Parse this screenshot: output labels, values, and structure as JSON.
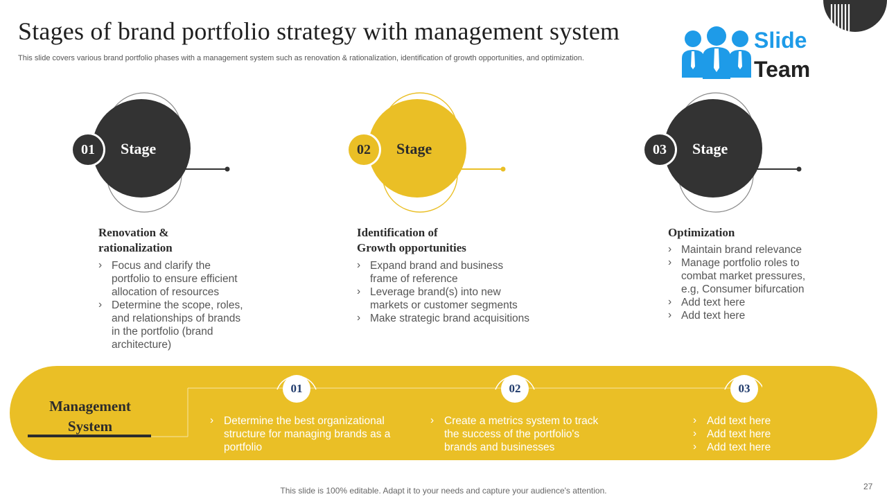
{
  "header": {
    "title": "Stages of brand portfolio strategy with management system",
    "subtitle": "This slide covers various brand portfolio phases with a management system such as renovation & rationalization, identification of growth opportunities, and optimization."
  },
  "logo": {
    "line1": "Slide",
    "line2": "Team",
    "icon": "people-group-icon"
  },
  "colors": {
    "dark": "#333333",
    "accent": "#eabf26",
    "logo_blue": "#1e9be8"
  },
  "stages": [
    {
      "number": "01",
      "label": "Stage",
      "heading_line1": "Renovation &",
      "heading_line2": "rationalization",
      "bullets": [
        "Focus and clarify the portfolio to ensure efficient allocation of resources",
        "Determine the scope, roles, and relationships of brands in the portfolio (brand architecture)"
      ]
    },
    {
      "number": "02",
      "label": "Stage",
      "heading_line1": "Identification of",
      "heading_line2": "Growth opportunities",
      "bullets": [
        "Expand brand and business frame of reference",
        "Leverage brand(s) into new markets or customer segments",
        "Make strategic brand acquisitions"
      ]
    },
    {
      "number": "03",
      "label": "Stage",
      "heading_line1": "Optimization",
      "heading_line2": "",
      "bullets": [
        "Maintain brand relevance",
        "Manage portfolio roles to combat market pressures, e.g, Consumer bifurcation",
        "Add text here",
        "Add text here"
      ]
    }
  ],
  "management": {
    "title_line1": "Management",
    "title_line2": "System",
    "items": [
      {
        "number": "01",
        "bullets": [
          "Determine the best organizational structure for managing brands as a portfolio"
        ]
      },
      {
        "number": "02",
        "bullets": [
          "Create a metrics system to track the success of the portfolio's brands and businesses"
        ]
      },
      {
        "number": "03",
        "bullets": [
          "Add text here",
          "Add text here",
          "Add text here"
        ]
      }
    ]
  },
  "footer": {
    "note": "This slide is 100% editable. Adapt it to your needs and capture your audience's attention.",
    "page_number": "27"
  }
}
